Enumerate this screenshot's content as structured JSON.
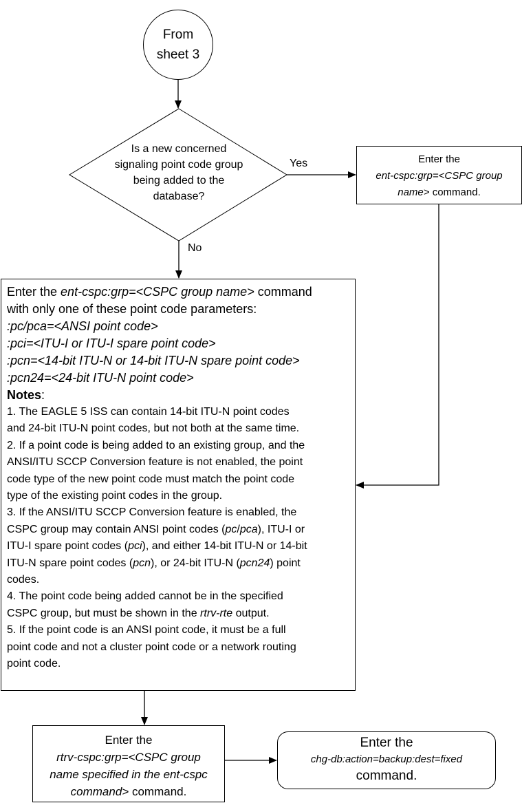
{
  "start": {
    "line1": "From",
    "line2": "sheet 3"
  },
  "decision": {
    "line1": "Is a new concerned",
    "line2": "signaling point code group",
    "line3": "being added to the",
    "line4": "database?",
    "yes": "Yes",
    "no": "No"
  },
  "box_grp": {
    "line1": "Enter the",
    "line2": "ent-cspc:grp=<CSPC group",
    "line3": "name>",
    "line3_tail": " command."
  },
  "box_main": {
    "intro_a": "Enter the ",
    "intro_cmd": "ent-cspc:grp=<CSPC group name>",
    "intro_b": " command",
    "intro_line2": "with only one of these point code parameters:",
    "params": [
      ":pc/pca=<ANSI point code>",
      ":pci=<ITU-I or ITU-I spare point code>",
      ":pcn=<14-bit ITU-N or 14-bit ITU-N spare point code>",
      ":pcn24=<24-bit ITU-N point code>"
    ],
    "notes_heading": "Notes",
    "notes_colon": ":",
    "note1_l1": "1. The EAGLE 5 ISS can contain 14-bit ITU-N point codes",
    "note1_l2": "and 24-bit ITU-N point codes, but not both at the same time.",
    "note2_l1": "2. If a point code is being added to an existing group, and the",
    "note2_l2": "ANSI/ITU SCCP Conversion feature is not enabled, the point",
    "note2_l3": "code type of the new point code must match the point code",
    "note2_l4": "type of the existing point codes in the group.",
    "note3_l1": "3. If the ANSI/ITU SCCP Conversion feature is enabled, the",
    "note3_l2a": "CSPC group may contain ANSI point codes (",
    "note3_pc": "pc",
    "note3_slash": "/",
    "note3_pca": "pca",
    "note3_l2b": "), ITU-I or",
    "note3_l3a": "ITU-I spare point codes (",
    "note3_pci": "pci",
    "note3_l3b": "), and either 14-bit ITU-N or 14-bit",
    "note3_l4a": "ITU-N spare point codes (",
    "note3_pcn": "pcn",
    "note3_l4b": "), or 24-bit ITU-N (",
    "note3_pcn24": "pcn24",
    "note3_l4c": ") point",
    "note3_l5": "codes.",
    "note4_l1": "4. The point code being added cannot be in the specified",
    "note4_l2a": "CSPC group, but must be shown in the ",
    "note4_cmd": "rtrv-rte",
    "note4_l2b": " output.",
    "note5_l1": "5. If the point code is an ANSI point code, it must be a full",
    "note5_l2": "point code and not a cluster point code or a network routing",
    "note5_l3": "point code."
  },
  "box_rtrv": {
    "line1": "Enter the",
    "line2": "rtrv-cspc:grp=<CSPC group",
    "line3": "name specified in the ent-cspc",
    "line4": "command>",
    "line4_tail": " command."
  },
  "box_end": {
    "line1": "Enter the",
    "line2": "chg-db:action=backup:dest=fixed",
    "line3": "command."
  }
}
